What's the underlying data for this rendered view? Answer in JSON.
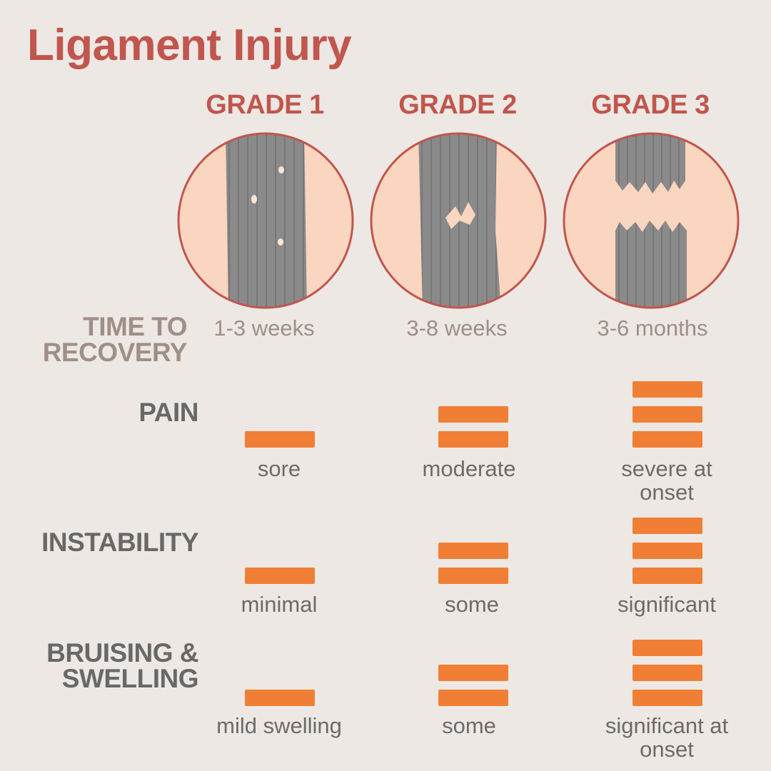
{
  "title": "Ligament Injury",
  "grades": [
    "GRADE 1",
    "GRADE 2",
    "GRADE 3"
  ],
  "colors": {
    "background": "#ede8e4",
    "accent_red": "#c0564d",
    "bar_orange": "#f07f35",
    "ligament_gray": "#8a8a8a",
    "circle_fill": "#fad5bf"
  },
  "illustrations": [
    {
      "grade": "GRADE 1",
      "depiction": "intact ligament with small tears"
    },
    {
      "grade": "GRADE 2",
      "depiction": "partially torn ligament"
    },
    {
      "grade": "GRADE 3",
      "depiction": "fully ruptured ligament"
    }
  ],
  "time_to_recovery": {
    "label_line1": "TIME TO",
    "label_line2": "RECOVERY",
    "values": [
      "1-3 weeks",
      "3-8 weeks",
      "3-6 months"
    ]
  },
  "rows": [
    {
      "key": "pain",
      "label_lines": [
        "PAIN"
      ],
      "levels": [
        1,
        2,
        3
      ],
      "descriptions": [
        [
          "sore"
        ],
        [
          "moderate"
        ],
        [
          "severe at",
          "onset"
        ]
      ]
    },
    {
      "key": "instability",
      "label_lines": [
        "INSTABILITY"
      ],
      "levels": [
        1,
        2,
        3
      ],
      "descriptions": [
        [
          "minimal"
        ],
        [
          "some"
        ],
        [
          "significant"
        ]
      ]
    },
    {
      "key": "bruising",
      "label_lines": [
        "BRUISING &",
        "SWELLING"
      ],
      "levels": [
        1,
        2,
        3
      ],
      "descriptions": [
        [
          "mild swelling"
        ],
        [
          "some"
        ],
        [
          "significant at",
          "onset"
        ]
      ]
    }
  ]
}
